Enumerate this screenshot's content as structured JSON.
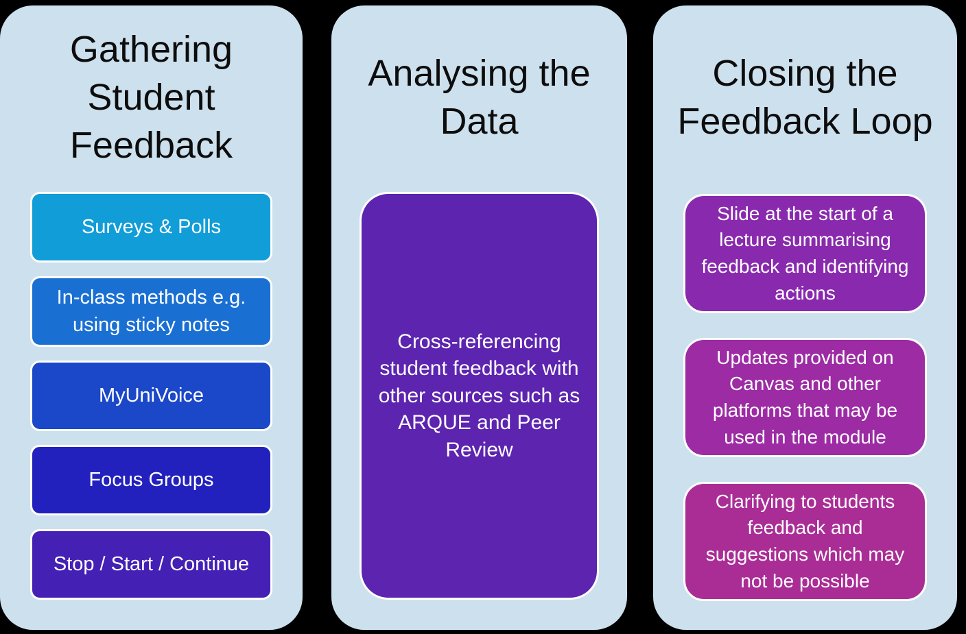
{
  "diagram": {
    "panel_background": "#cde0ed",
    "title_color": "#0d0d0d",
    "columns": [
      {
        "title": "Gathering Student Feedback",
        "items": [
          {
            "label": "Surveys & Polls",
            "color": "#119dd8"
          },
          {
            "label": "In-class methods e.g. using sticky notes",
            "color": "#1a6fd3"
          },
          {
            "label": "MyUniVoice",
            "color": "#1b47c9"
          },
          {
            "label": "Focus Groups",
            "color": "#2321bd"
          },
          {
            "label": "Stop / Start / Continue",
            "color": "#4420b5"
          }
        ]
      },
      {
        "title": "Analysing the Data",
        "items": [
          {
            "label": "Cross-referencing student feedback with other sources such as ARQUE and Peer Review",
            "color": "#5c24af"
          }
        ]
      },
      {
        "title": "Closing the Feedback Loop",
        "items": [
          {
            "label": "Slide at the start of a lecture summarising feedback and identifying actions",
            "color": "#8929ad"
          },
          {
            "label": "Updates provided on Canvas and other platforms that may be used in the module",
            "color": "#9c2ba4"
          },
          {
            "label": "Clarifying to students feedback and suggestions which may not be possible",
            "color": "#aa2d96"
          }
        ]
      }
    ]
  }
}
